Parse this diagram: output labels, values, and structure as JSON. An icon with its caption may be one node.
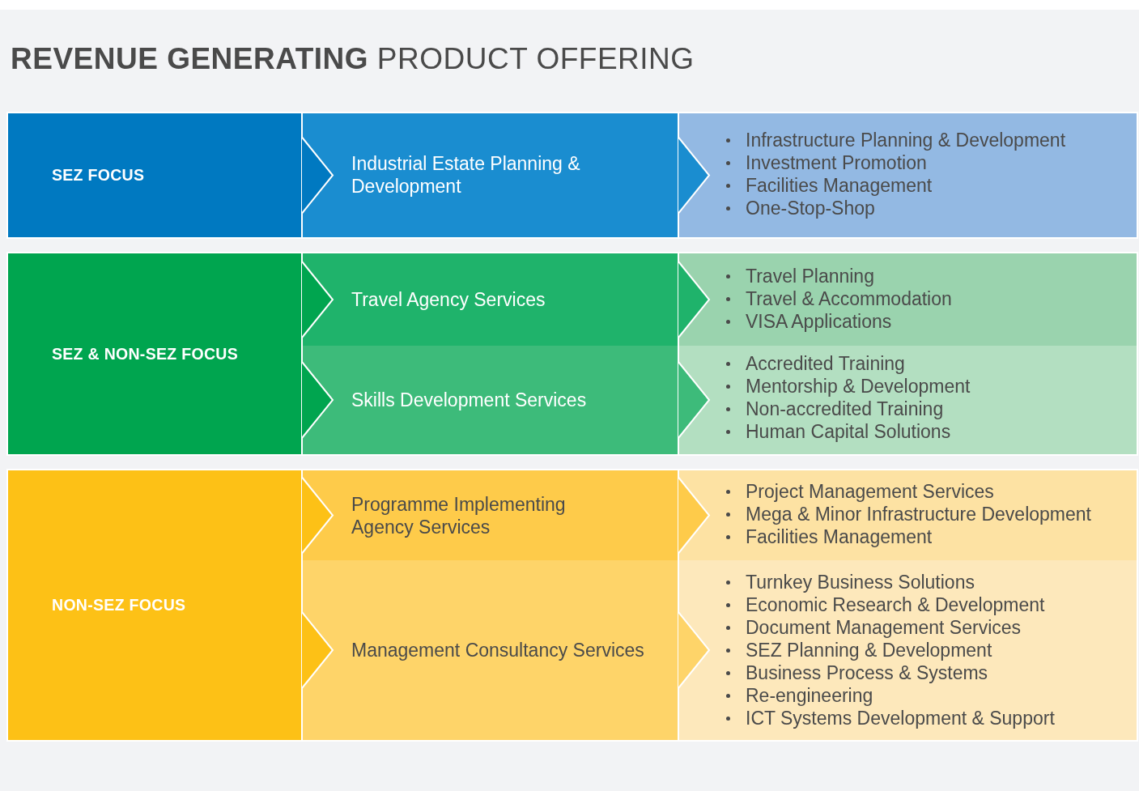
{
  "diagram": {
    "title": "**REVENUE GENERATING** PRODUCT OFFERING",
    "nodes": [
      {
        "text": [
          "SEZ FOCUS"
        ]
      },
      {
        "text": [
          "SEZ & NON-SEZ FOCUS"
        ]
      },
      {
        "text": [
          "NON-SEZ FOCUS"
        ]
      },
      {
        "text": [
          "Industrial Estate Planning & Development"
        ]
      },
      {
        "text": [
          "Travel Agency Services"
        ]
      },
      {
        "text": [
          "Skills Development Services"
        ]
      },
      {
        "text": [
          "Programme Implementing Agency Services"
        ]
      },
      {
        "text": [
          "Management Consultancy Services"
        ]
      },
      {
        "text": [
          "Infrastructure Planning & Development",
          "Investment Promotion",
          "Facilities Management",
          "One-Stop-Shop"
        ]
      },
      {
        "text": [
          "Travel Planning",
          "Travel & Accommodation",
          "VISA Applications"
        ]
      },
      {
        "text": [
          "Accredited Training",
          "Mentorship & Development",
          "Non-accredited Training",
          "Human Capital Solutions"
        ]
      },
      {
        "text": [
          "Project Management Services",
          "Mega & Minor Infrastructure Development",
          "Facilities Management"
        ]
      },
      {
        "text": [
          "Turnkey Business Solutions",
          "Economic Research & Development",
          "Document Management Services",
          "SEZ Planning & Development",
          "Business Process & Systems",
          "Re-engineering",
          "ICT Systems Development & Support"
        ]
      }
    ]
  }
}
